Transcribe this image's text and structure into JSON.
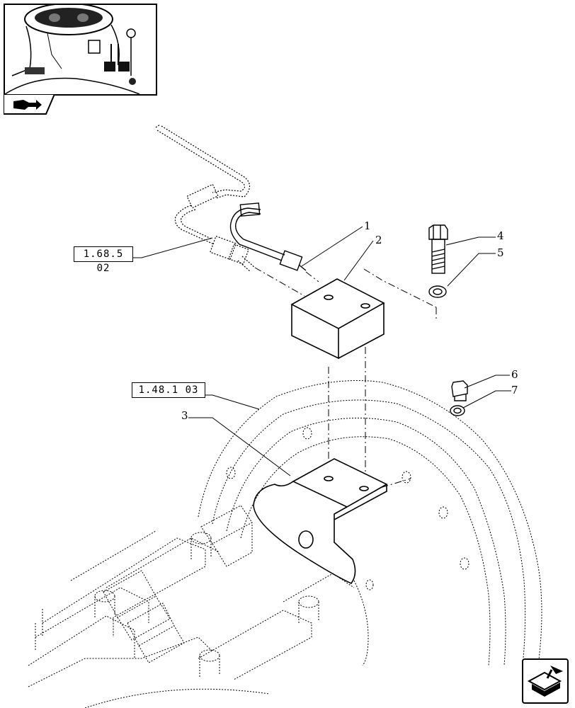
{
  "callouts": {
    "c1": "1",
    "c2": "2",
    "c3": "3",
    "c4": "4",
    "c5": "5",
    "c6": "6",
    "c7": "7"
  },
  "references": {
    "ref_a": "1.68.5 02",
    "ref_b": "1.48.1 03"
  },
  "icons": {
    "thumbnail": "tractor-cab-thumbnail-icon",
    "tab": "book-arrow-icon",
    "nav": "next-page-arrow-icon"
  },
  "colors": {
    "line": "#000000",
    "background": "#ffffff"
  }
}
